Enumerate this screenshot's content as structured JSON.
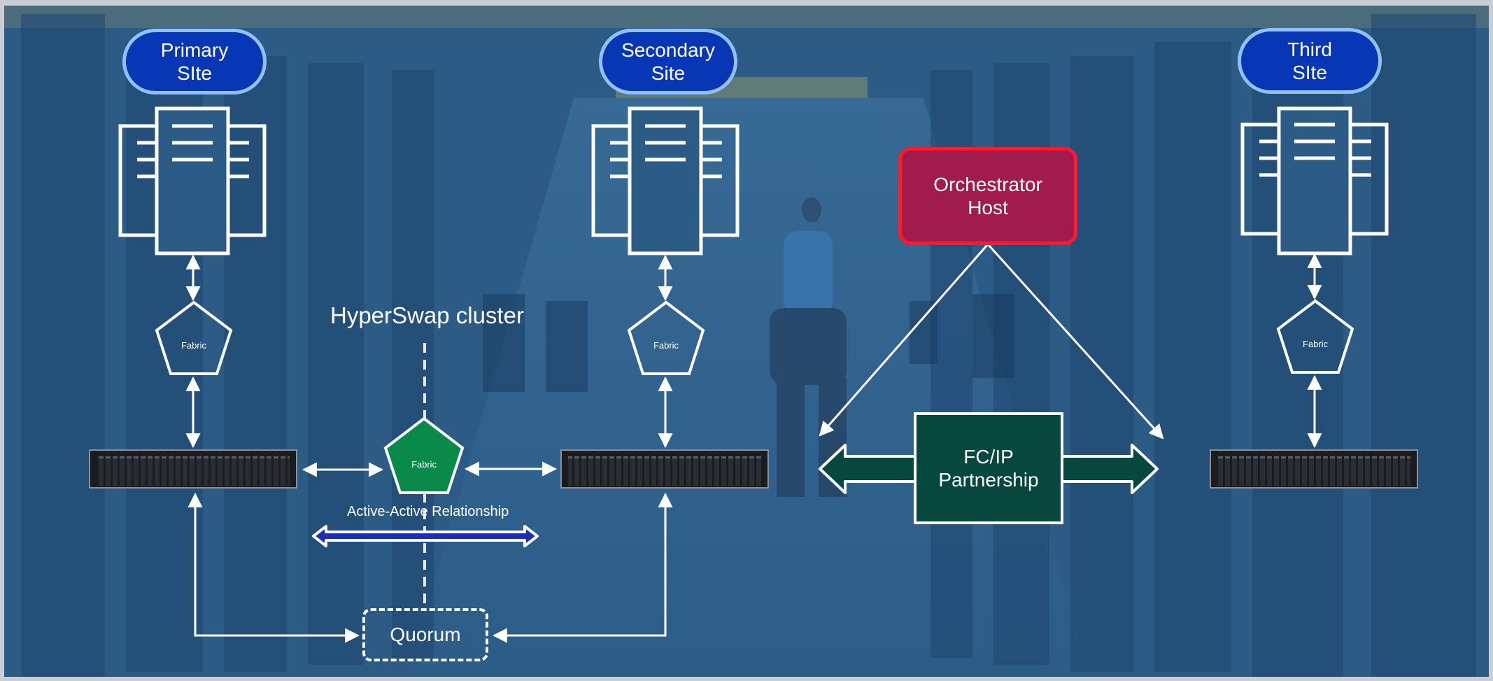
{
  "sites": {
    "primary": "Primary\nSIte",
    "secondary": "Secondary\nSite",
    "third": "Third\nSIte"
  },
  "fabric_label": "Fabric",
  "hyperswap_label": "HyperSwap cluster",
  "active_active_label": "Active-Active Relationship",
  "quorum_label": "Quorum",
  "orchestrator_label": "Orchestrator\nHost",
  "fcip_label": "FC/IP\nPartnership",
  "colors": {
    "site_pill": "#0737b4",
    "site_pill_border": "#8fc1ff",
    "orchestrator": "#a11b4c",
    "orchestrator_border": "#ff1a2e",
    "fcip": "#07483e",
    "fabric_green": "#0a8a4a",
    "active_active_arrow": "#1c2fb0"
  }
}
